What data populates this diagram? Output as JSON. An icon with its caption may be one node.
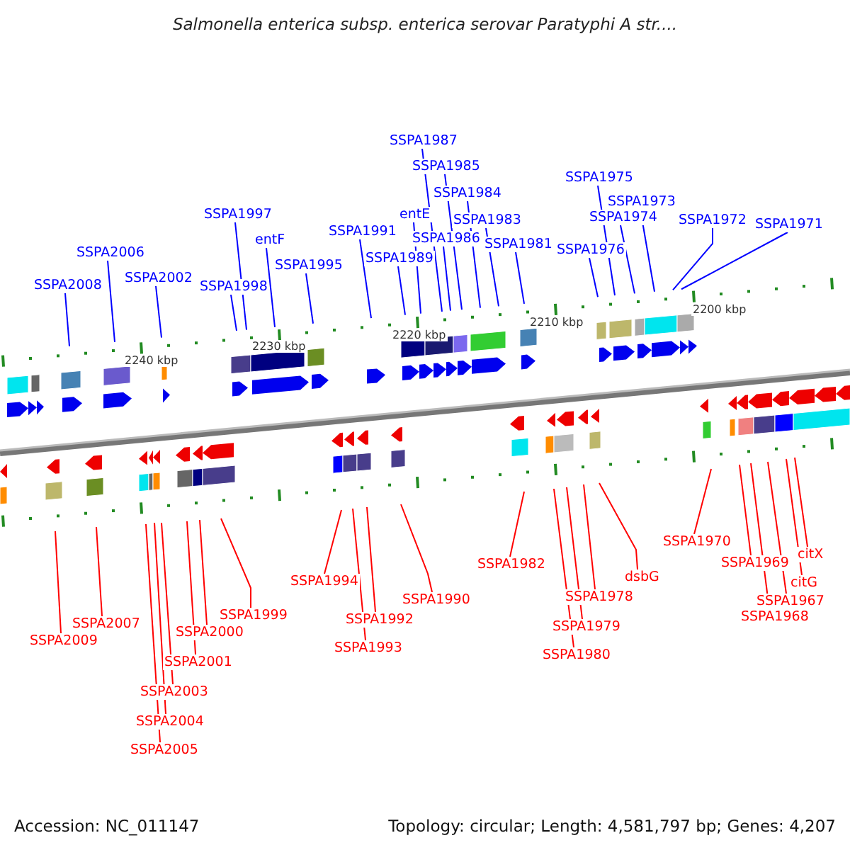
{
  "diagram": {
    "title": "Salmonella enterica subsp. enterica serovar Paratyphi A str....",
    "nodes": [
      {
        "text": [
          "SSPA2008"
        ]
      },
      {
        "text": [
          "SSPA2006"
        ]
      },
      {
        "text": [
          "SSPA2002"
        ]
      },
      {
        "text": [
          "SSPA1998"
        ]
      },
      {
        "text": [
          "SSPA1997"
        ]
      },
      {
        "text": [
          "entF"
        ]
      },
      {
        "text": [
          "SSPA1995"
        ]
      },
      {
        "text": [
          "SSPA1991"
        ]
      },
      {
        "text": [
          "SSPA1989"
        ]
      },
      {
        "text": [
          "entE"
        ]
      },
      {
        "text": [
          "SSPA1986"
        ]
      },
      {
        "text": [
          "SSPA1987"
        ]
      },
      {
        "text": [
          "SSPA1985"
        ]
      },
      {
        "text": [
          "SSPA1984"
        ]
      },
      {
        "text": [
          "SSPA1983"
        ]
      },
      {
        "text": [
          "SSPA1981"
        ]
      },
      {
        "text": [
          "SSPA1976"
        ]
      },
      {
        "text": [
          "SSPA1975"
        ]
      },
      {
        "text": [
          "SSPA1974"
        ]
      },
      {
        "text": [
          "SSPA1973"
        ]
      },
      {
        "text": [
          "SSPA1972"
        ]
      },
      {
        "text": [
          "SSPA1971"
        ]
      },
      {
        "text": [
          "SSPA2009"
        ]
      },
      {
        "text": [
          "SSPA2007"
        ]
      },
      {
        "text": [
          "SSPA2005"
        ]
      },
      {
        "text": [
          "SSPA2004"
        ]
      },
      {
        "text": [
          "SSPA2003"
        ]
      },
      {
        "text": [
          "SSPA2001"
        ]
      },
      {
        "text": [
          "SSPA2000"
        ]
      },
      {
        "text": [
          "SSPA1999"
        ]
      },
      {
        "text": [
          "SSPA1994"
        ]
      },
      {
        "text": [
          "SSPA1993"
        ]
      },
      {
        "text": [
          "SSPA1992"
        ]
      },
      {
        "text": [
          "SSPA1990"
        ]
      },
      {
        "text": [
          "SSPA1982"
        ]
      },
      {
        "text": [
          "SSPA1980"
        ]
      },
      {
        "text": [
          "SSPA1979"
        ]
      },
      {
        "text": [
          "SSPA1978"
        ]
      },
      {
        "text": [
          "dsbG"
        ]
      },
      {
        "text": [
          "SSPA1970"
        ]
      },
      {
        "text": [
          "SSPA1969"
        ]
      },
      {
        "text": [
          "SSPA1968"
        ]
      },
      {
        "text": [
          "SSPA1967"
        ]
      },
      {
        "text": [
          "citG"
        ]
      },
      {
        "text": [
          "citX"
        ]
      }
    ],
    "edges": [
      {
        "from": 0,
        "to": null,
        "arrow": "none",
        "color": "#0000ff"
      },
      {
        "from": 1,
        "to": null,
        "arrow": "none",
        "color": "#0000ff"
      },
      {
        "from": 2,
        "to": null,
        "arrow": "none",
        "color": "#0000ff"
      },
      {
        "from": 3,
        "to": null,
        "arrow": "none",
        "color": "#0000ff"
      },
      {
        "from": 4,
        "to": null,
        "arrow": "none",
        "color": "#0000ff"
      },
      {
        "from": 5,
        "to": null,
        "arrow": "none",
        "color": "#0000ff"
      },
      {
        "from": 6,
        "to": null,
        "arrow": "none",
        "color": "#0000ff"
      },
      {
        "from": 7,
        "to": null,
        "arrow": "none",
        "color": "#0000ff"
      },
      {
        "from": 8,
        "to": null,
        "arrow": "none",
        "color": "#0000ff"
      },
      {
        "from": 9,
        "to": null,
        "arrow": "none",
        "color": "#0000ff"
      },
      {
        "from": 10,
        "to": null,
        "arrow": "none",
        "color": "#0000ff"
      },
      {
        "from": 11,
        "to": null,
        "arrow": "none",
        "color": "#0000ff"
      },
      {
        "from": 12,
        "to": null,
        "arrow": "none",
        "color": "#0000ff"
      },
      {
        "from": 13,
        "to": null,
        "arrow": "none",
        "color": "#0000ff"
      },
      {
        "from": 14,
        "to": null,
        "arrow": "none",
        "color": "#0000ff"
      },
      {
        "from": 15,
        "to": null,
        "arrow": "none",
        "color": "#0000ff"
      },
      {
        "from": 16,
        "to": null,
        "arrow": "none",
        "color": "#0000ff"
      },
      {
        "from": 17,
        "to": null,
        "arrow": "none",
        "color": "#0000ff"
      },
      {
        "from": 18,
        "to": null,
        "arrow": "none",
        "color": "#0000ff"
      },
      {
        "from": 19,
        "to": null,
        "arrow": "none",
        "color": "#0000ff"
      },
      {
        "from": 20,
        "to": null,
        "arrow": "none",
        "color": "#0000ff"
      },
      {
        "from": 21,
        "to": null,
        "arrow": "none",
        "color": "#0000ff"
      },
      {
        "from": 22,
        "to": null,
        "arrow": "none"
      },
      {
        "from": 23,
        "to": null,
        "arrow": "none"
      },
      {
        "from": 24,
        "to": null,
        "arrow": "none"
      },
      {
        "from": 25,
        "to": null,
        "arrow": "none"
      },
      {
        "from": 26,
        "to": null,
        "arrow": "none"
      },
      {
        "from": 27,
        "to": null,
        "arrow": "none"
      },
      {
        "from": 28,
        "to": null,
        "arrow": "none"
      },
      {
        "from": 29,
        "to": null,
        "arrow": "none"
      },
      {
        "from": 30,
        "to": null,
        "arrow": "none"
      },
      {
        "from": 31,
        "to": null,
        "arrow": "none"
      },
      {
        "from": 32,
        "to": null,
        "arrow": "none"
      },
      {
        "from": 33,
        "to": null,
        "arrow": "none"
      },
      {
        "from": 34,
        "to": null,
        "arrow": "none"
      },
      {
        "from": 35,
        "to": null,
        "arrow": "none"
      },
      {
        "from": 36,
        "to": null,
        "arrow": "none"
      },
      {
        "from": 37,
        "to": null,
        "arrow": "none"
      },
      {
        "from": 38,
        "to": null,
        "arrow": "none"
      },
      {
        "from": 39,
        "to": null,
        "arrow": "none"
      },
      {
        "from": 40,
        "to": null,
        "arrow": "none"
      },
      {
        "from": 41,
        "to": null,
        "arrow": "none"
      },
      {
        "from": 42,
        "to": null,
        "arrow": "none"
      },
      {
        "from": 43,
        "to": null,
        "arrow": "none"
      },
      {
        "from": 44,
        "to": null,
        "arrow": "none"
      }
    ],
    "labels": [
      "2240 kbp",
      "2230 kbp",
      "2220 kbp",
      "2210 kbp",
      "2200 kbp",
      "Accession: NC_011147",
      "Topology: circular; Length: 4,581,797 bp; Genes: 4,207"
    ]
  }
}
